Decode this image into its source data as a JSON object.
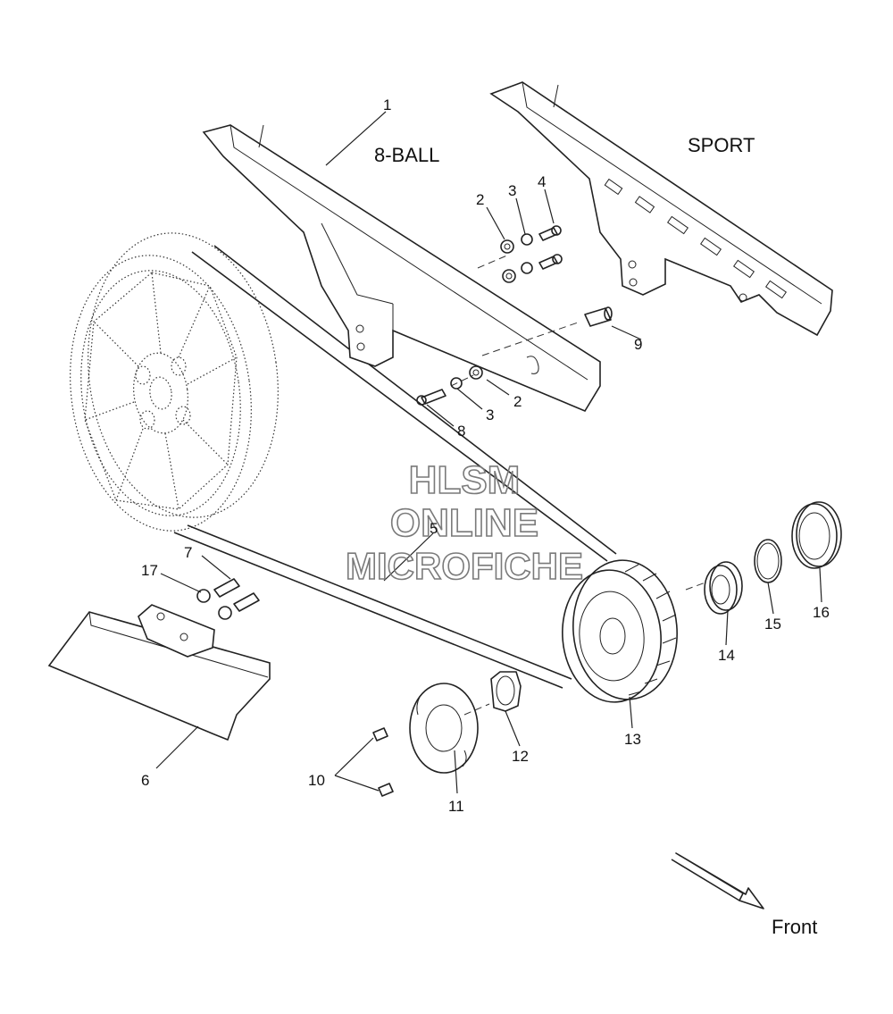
{
  "labels": {
    "variant_8ball": "8-BALL",
    "variant_sport": "SPORT",
    "direction": "Front"
  },
  "watermark": {
    "line1": "HLSM",
    "line2": "ONLINE",
    "line3": "MICROFICHE"
  },
  "callouts": {
    "c1": "1",
    "c2a": "2",
    "c2b": "2",
    "c3a": "3",
    "c3b": "3",
    "c4": "4",
    "c5": "5",
    "c6": "6",
    "c7": "7",
    "c8": "8",
    "c9": "9",
    "c10": "10",
    "c11": "11",
    "c12": "12",
    "c13": "13",
    "c14": "14",
    "c15": "15",
    "c16": "16",
    "c17": "17"
  },
  "colors": {
    "line": "#222222",
    "watermark": "#7a7a7a",
    "background": "#ffffff"
  }
}
